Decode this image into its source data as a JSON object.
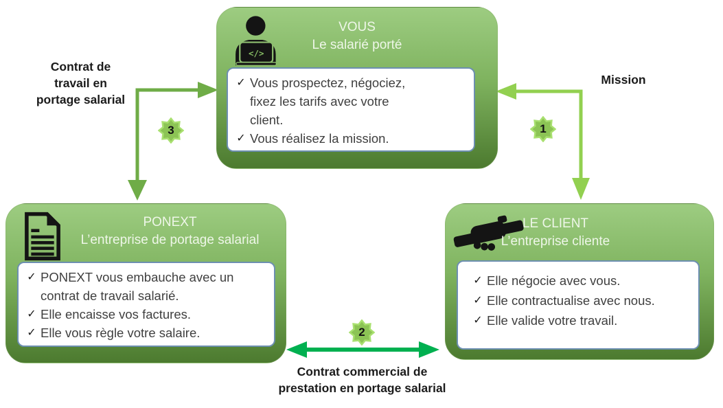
{
  "glyphs": {
    "check": "✓",
    "code": "</>"
  },
  "colors": {
    "box-top": "#9dcc81",
    "box-mid": "#7fb35f",
    "box-bottom": "#4c7a2f",
    "title-text": "#eef6e8",
    "body-text": "#3f3f3f",
    "panel-bg": "#ffffff",
    "panel-border": "#6d8fb1",
    "arrow-work": "#6fac47",
    "arrow-mission": "#92d050",
    "arrow-commercial": "#00b050",
    "badge-fill": "#8cc455",
    "badge-border": "#a9e070",
    "badge-text": "#131313",
    "label-text": "#1b1b1b",
    "icon-color": "#141414"
  },
  "nodes": {
    "vous": {
      "title": "VOUS",
      "subtitle": "Le salarié porté",
      "icon": "person-at-laptop-icon",
      "items": [
        "Vous prospectez, négociez, fixez les tarifs avec votre client.",
        "Vous réalisez la mission."
      ]
    },
    "ponext": {
      "title": "PONEXT",
      "subtitle": "L’entreprise de portage salarial",
      "icon": "document-icon",
      "items": [
        "PONEXT vous embauche avec un contrat de travail salarié.",
        "Elle encaisse vos factures.",
        "Elle vous règle votre salaire."
      ]
    },
    "client": {
      "title": "LE CLIENT",
      "subtitle": "L’entreprise cliente",
      "icon": "handshake-icon",
      "items": [
        "Elle négocie avec vous.",
        "Elle contractualise avec nous.",
        "Elle valide votre travail."
      ]
    }
  },
  "connectors": {
    "mission": {
      "number": "1",
      "label": "Mission"
    },
    "commercial": {
      "number": "2",
      "label_lines": [
        "Contrat commercial de",
        "prestation en portage salarial"
      ]
    },
    "work": {
      "number": "3",
      "label_lines": [
        "Contrat de",
        "travail en",
        "portage salarial"
      ]
    }
  }
}
